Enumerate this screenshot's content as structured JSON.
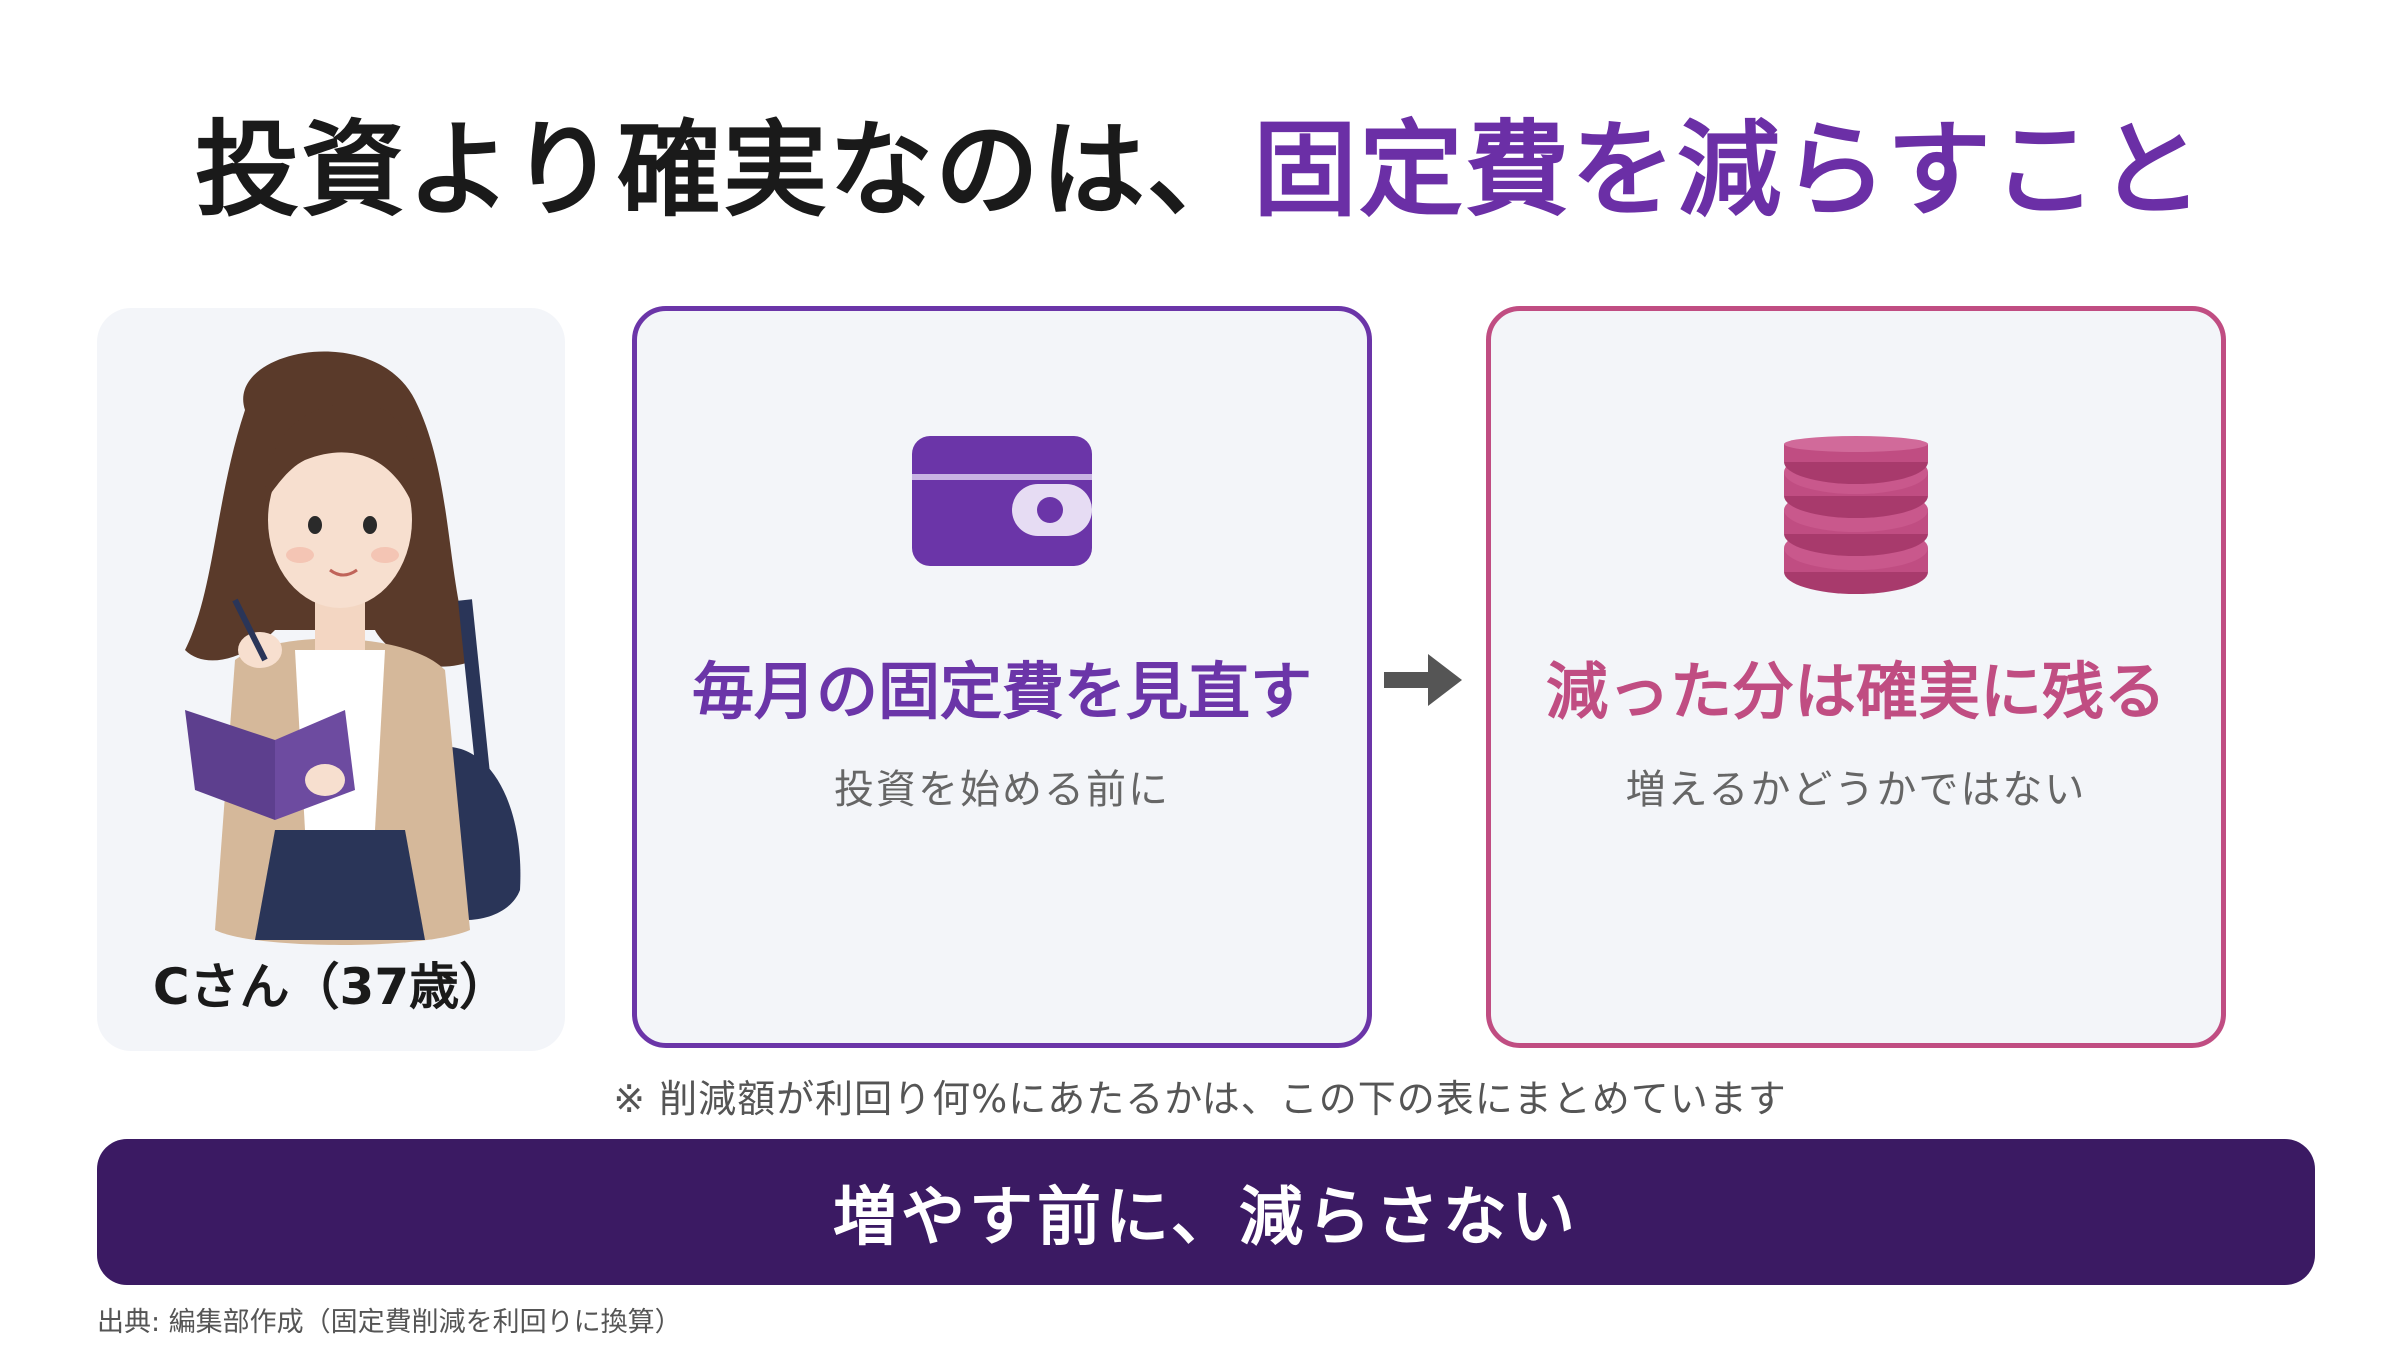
{
  "title": {
    "main": "投資より確実なのは、",
    "accent": "固定費を減らすこと",
    "accent_color": "#6b2fa6"
  },
  "person": {
    "name": "Cさん（37歳）",
    "illustration": "woman-with-notebook-illustration"
  },
  "cards": {
    "left": {
      "icon": "wallet-icon",
      "heading": "毎月の固定費を見直す",
      "sub": "投資を始める前に",
      "color": "#6b35a8"
    },
    "right": {
      "icon": "coin-stack-icon",
      "heading": "減った分は確実に残る",
      "sub": "増えるかどうかではない",
      "color": "#c04d82"
    },
    "arrow_icon": "arrow-right-icon"
  },
  "note": "※ 削減額が利回り何%にあたるかは、この下の表にまとめています",
  "banner": {
    "text": "増やす前に、減らさない",
    "color": "#3b1a63"
  },
  "source": "出典: 編集部作成（固定費削減を利回りに換算）"
}
